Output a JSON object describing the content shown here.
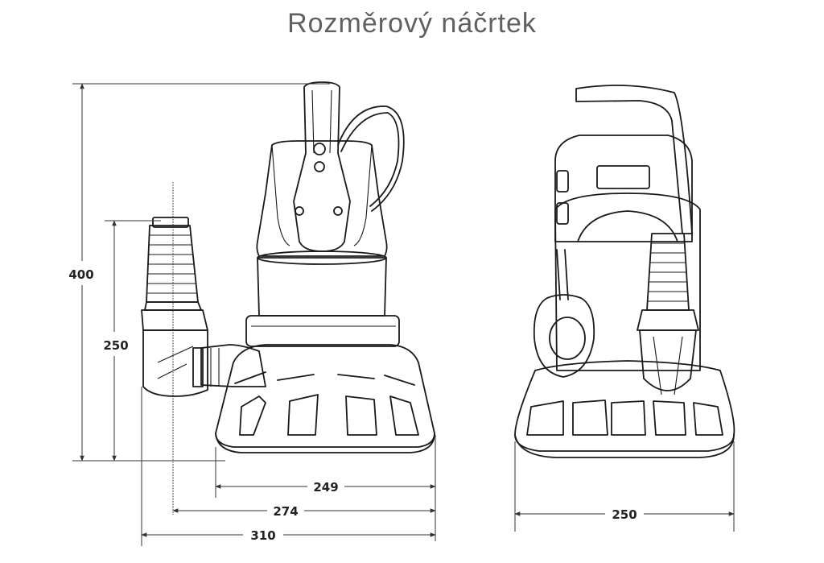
{
  "title": "Rozměrový náčrtek",
  "dimensions": {
    "height_total": "400",
    "height_outlet": "250",
    "width_base": "249",
    "width_outlet_axis": "274",
    "width_total": "310",
    "width_side": "250"
  }
}
